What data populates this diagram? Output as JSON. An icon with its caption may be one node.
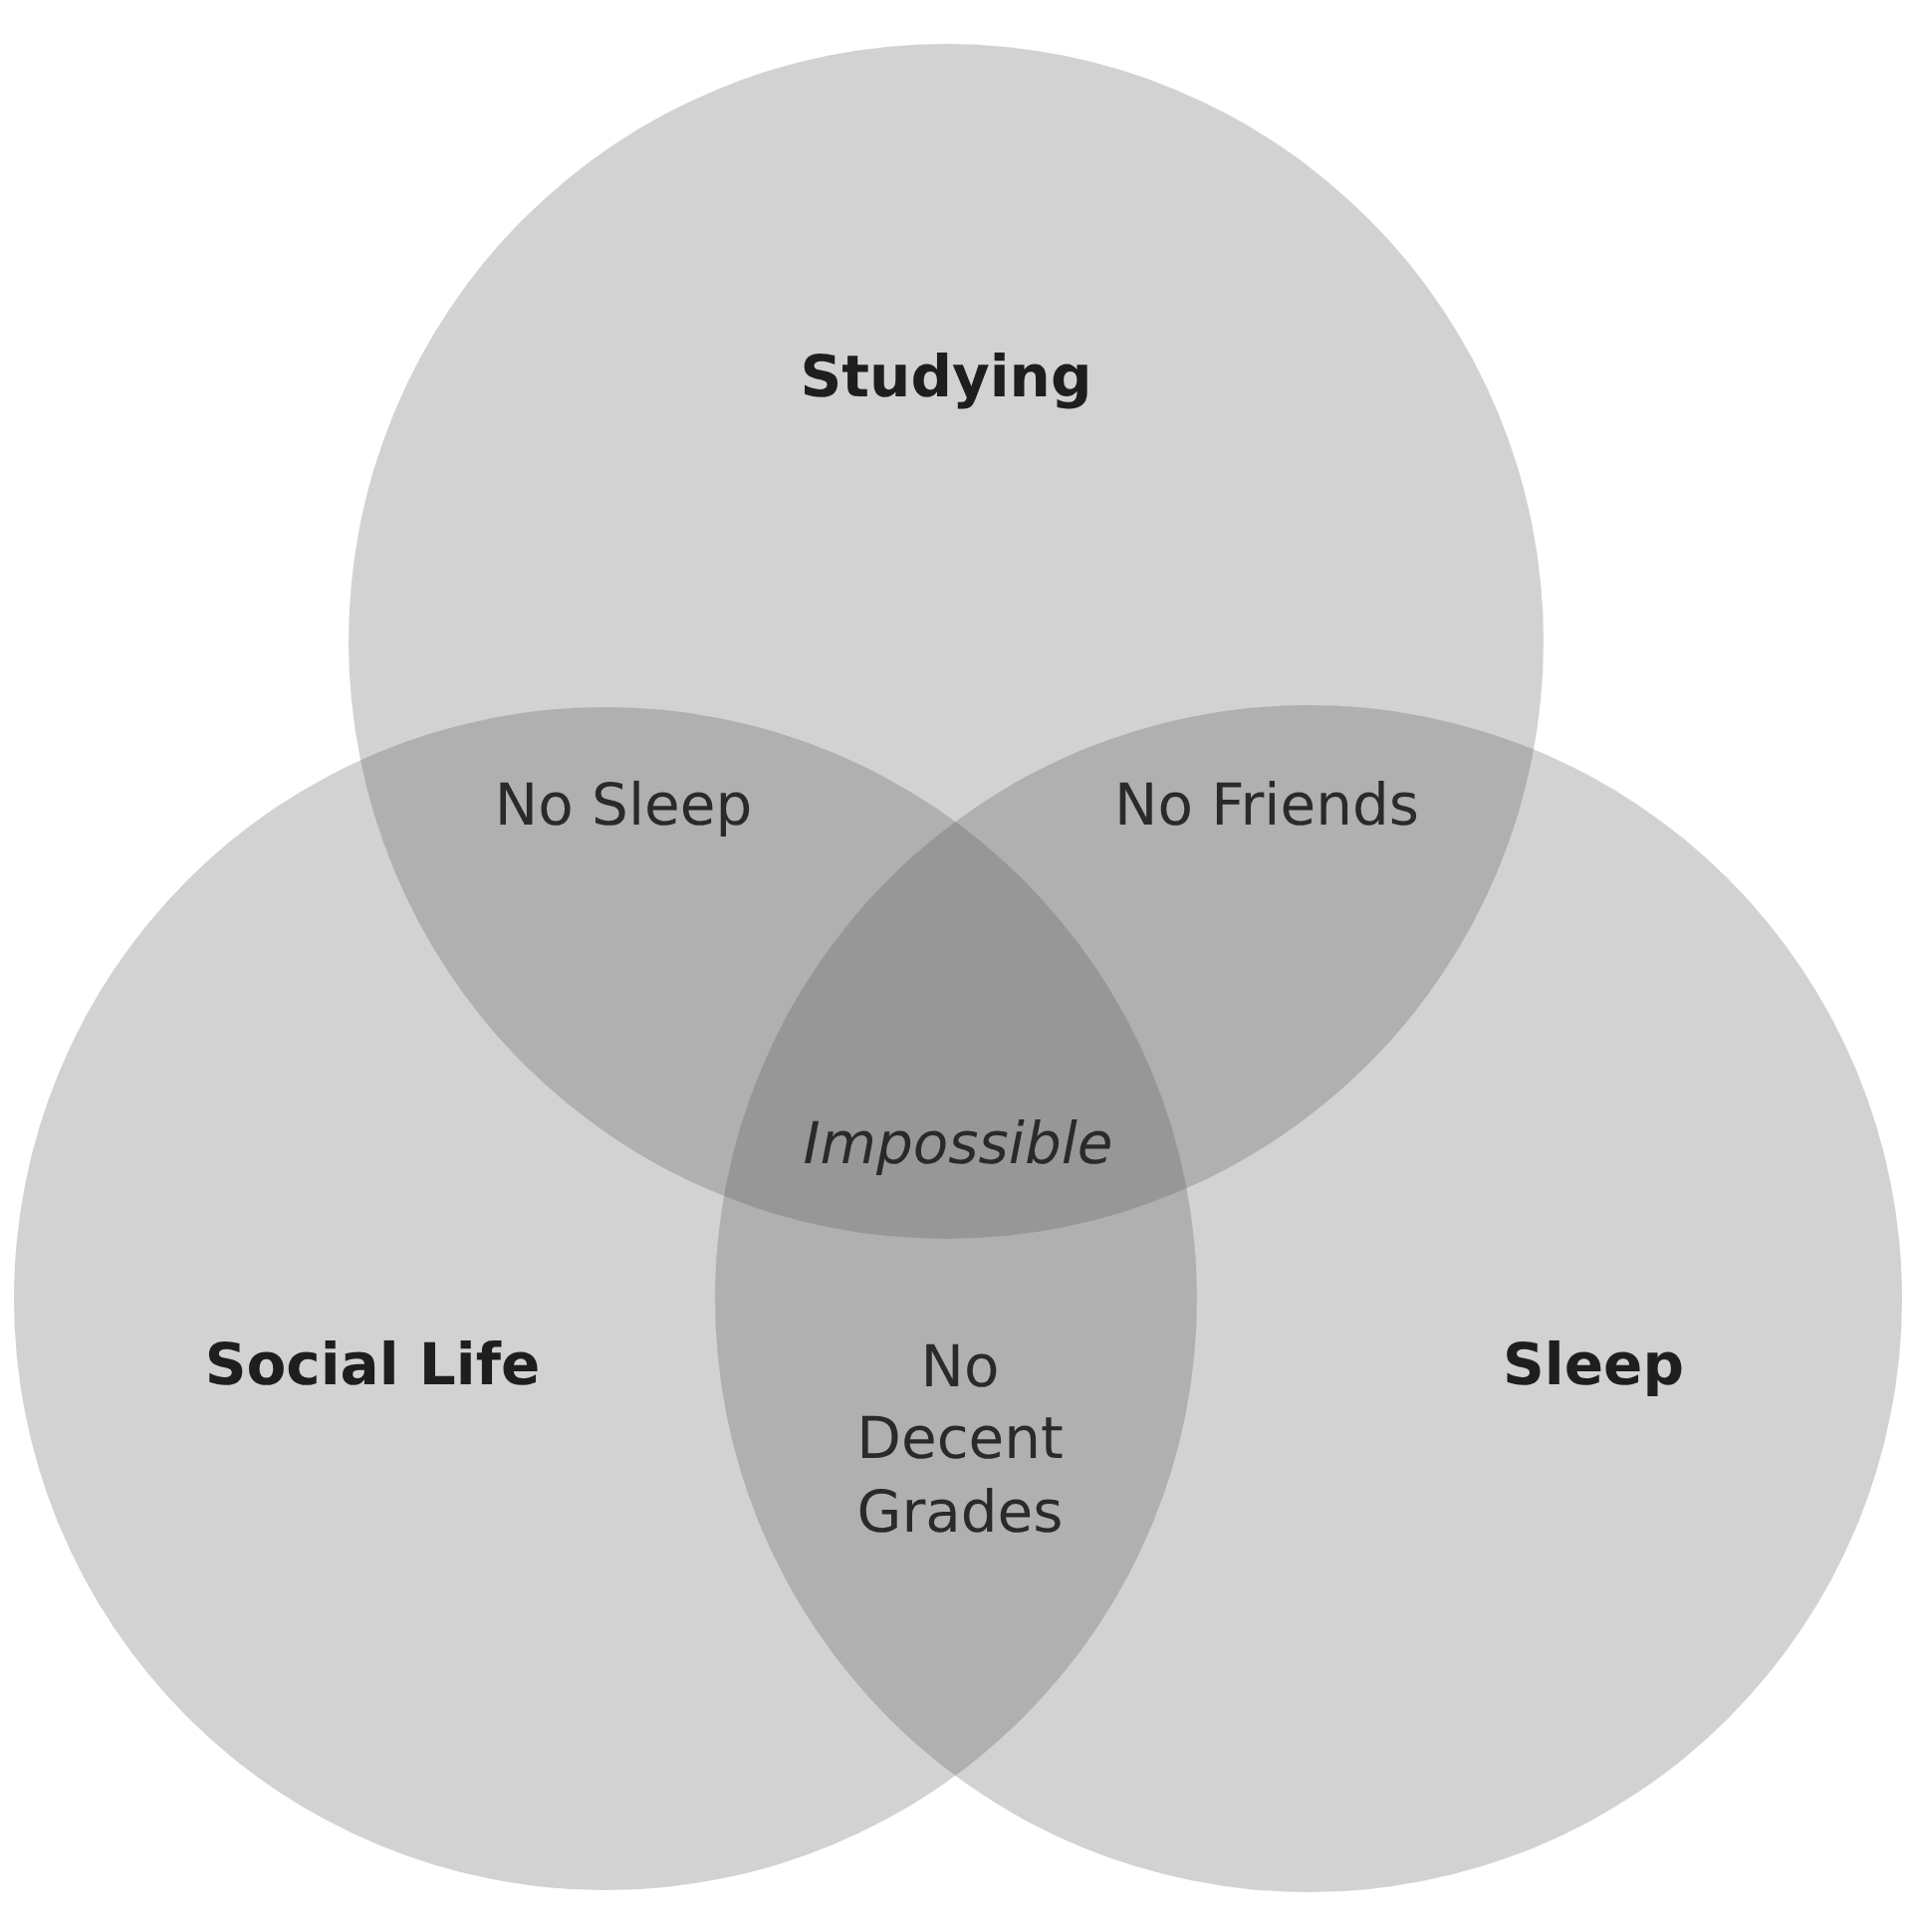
{
  "diagram": {
    "nodes": [
      {
        "text": [
          "Studying"
        ]
      },
      {
        "text": [
          "Social Life"
        ]
      },
      {
        "text": [
          "Sleep"
        ]
      }
    ],
    "labels": [
      "No Sleep",
      "No Friends",
      "Impossible",
      "No Decent Grades"
    ]
  }
}
